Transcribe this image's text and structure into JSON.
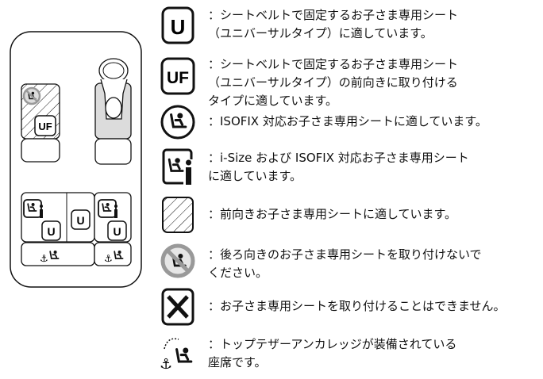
{
  "diagram": {
    "front_left_badge": "UF",
    "rear_left_badge": "U",
    "rear_center_badge": "U",
    "rear_right_badge": "U"
  },
  "legend": [
    {
      "icon": "universal-u-icon",
      "badge": "U",
      "lines": [
        "：シートベルトで固定するお子さま専用シート",
        "（ユニバーサルタイプ）に適しています。"
      ]
    },
    {
      "icon": "universal-forward-uf-icon",
      "badge": "UF",
      "lines": [
        "：シートベルトで固定するお子さま専用シート",
        "（ユニバーサルタイプ）の前向きに取り付ける",
        "タイプに適しています。"
      ]
    },
    {
      "icon": "isofix-icon",
      "lines": [
        "：ISOFIX 対応お子さま専用シートに適しています。"
      ]
    },
    {
      "icon": "i-size-icon",
      "lines": [
        "：i-Size および ISOFIX 対応お子さま専用シート",
        "に適しています。"
      ]
    },
    {
      "icon": "hatched-forward-facing-icon",
      "lines": [
        "：前向きお子さま専用シートに適しています。"
      ]
    },
    {
      "icon": "no-rear-facing-icon",
      "lines": [
        "：後ろ向きのお子さま専用シートを取り付けないで",
        "ください。"
      ]
    },
    {
      "icon": "not-allowed-x-icon",
      "lines": [
        "：お子さま専用シートを取り付けることはできません。"
      ]
    },
    {
      "icon": "top-tether-anchor-icon",
      "lines": [
        "：トップテザーアンカレッジが装備されている",
        "座席です。"
      ]
    }
  ]
}
